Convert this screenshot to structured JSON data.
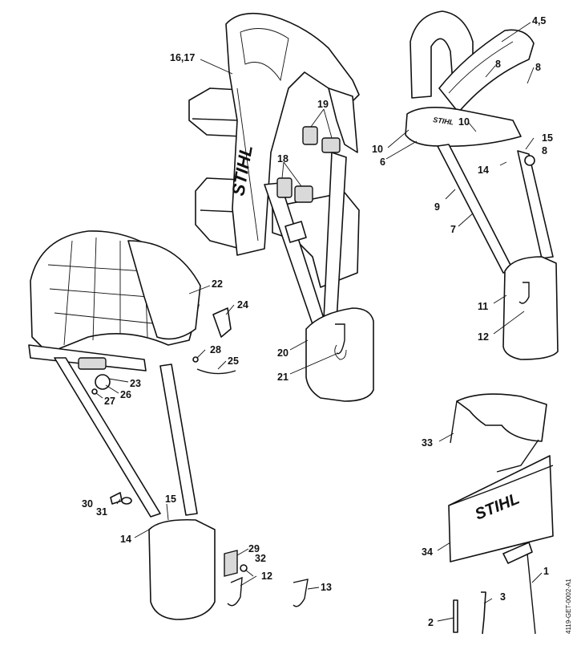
{
  "brand": "STIHL",
  "drawing_code": "4119-GET-0002-A1",
  "callouts": {
    "c_16_17": "16,17",
    "c_4_5": "4,5",
    "c_19": "19",
    "c_18": "18",
    "c_8a": "8",
    "c_8b": "8",
    "c_8c": "8",
    "c_10a": "10",
    "c_10b": "10",
    "c_15a": "15",
    "c_6": "6",
    "c_14a": "14",
    "c_9": "9",
    "c_7": "7",
    "c_11": "11",
    "c_12a": "12",
    "c_20": "20",
    "c_21": "21",
    "c_22": "22",
    "c_24": "24",
    "c_28": "28",
    "c_25": "25",
    "c_23": "23",
    "c_26": "26",
    "c_27": "27",
    "c_30": "30",
    "c_31": "31",
    "c_15b": "15",
    "c_14b": "14",
    "c_29": "29",
    "c_32": "32",
    "c_12b": "12",
    "c_13": "13",
    "c_33": "33",
    "c_34": "34",
    "c_1": "1",
    "c_3": "3",
    "c_2": "2"
  }
}
